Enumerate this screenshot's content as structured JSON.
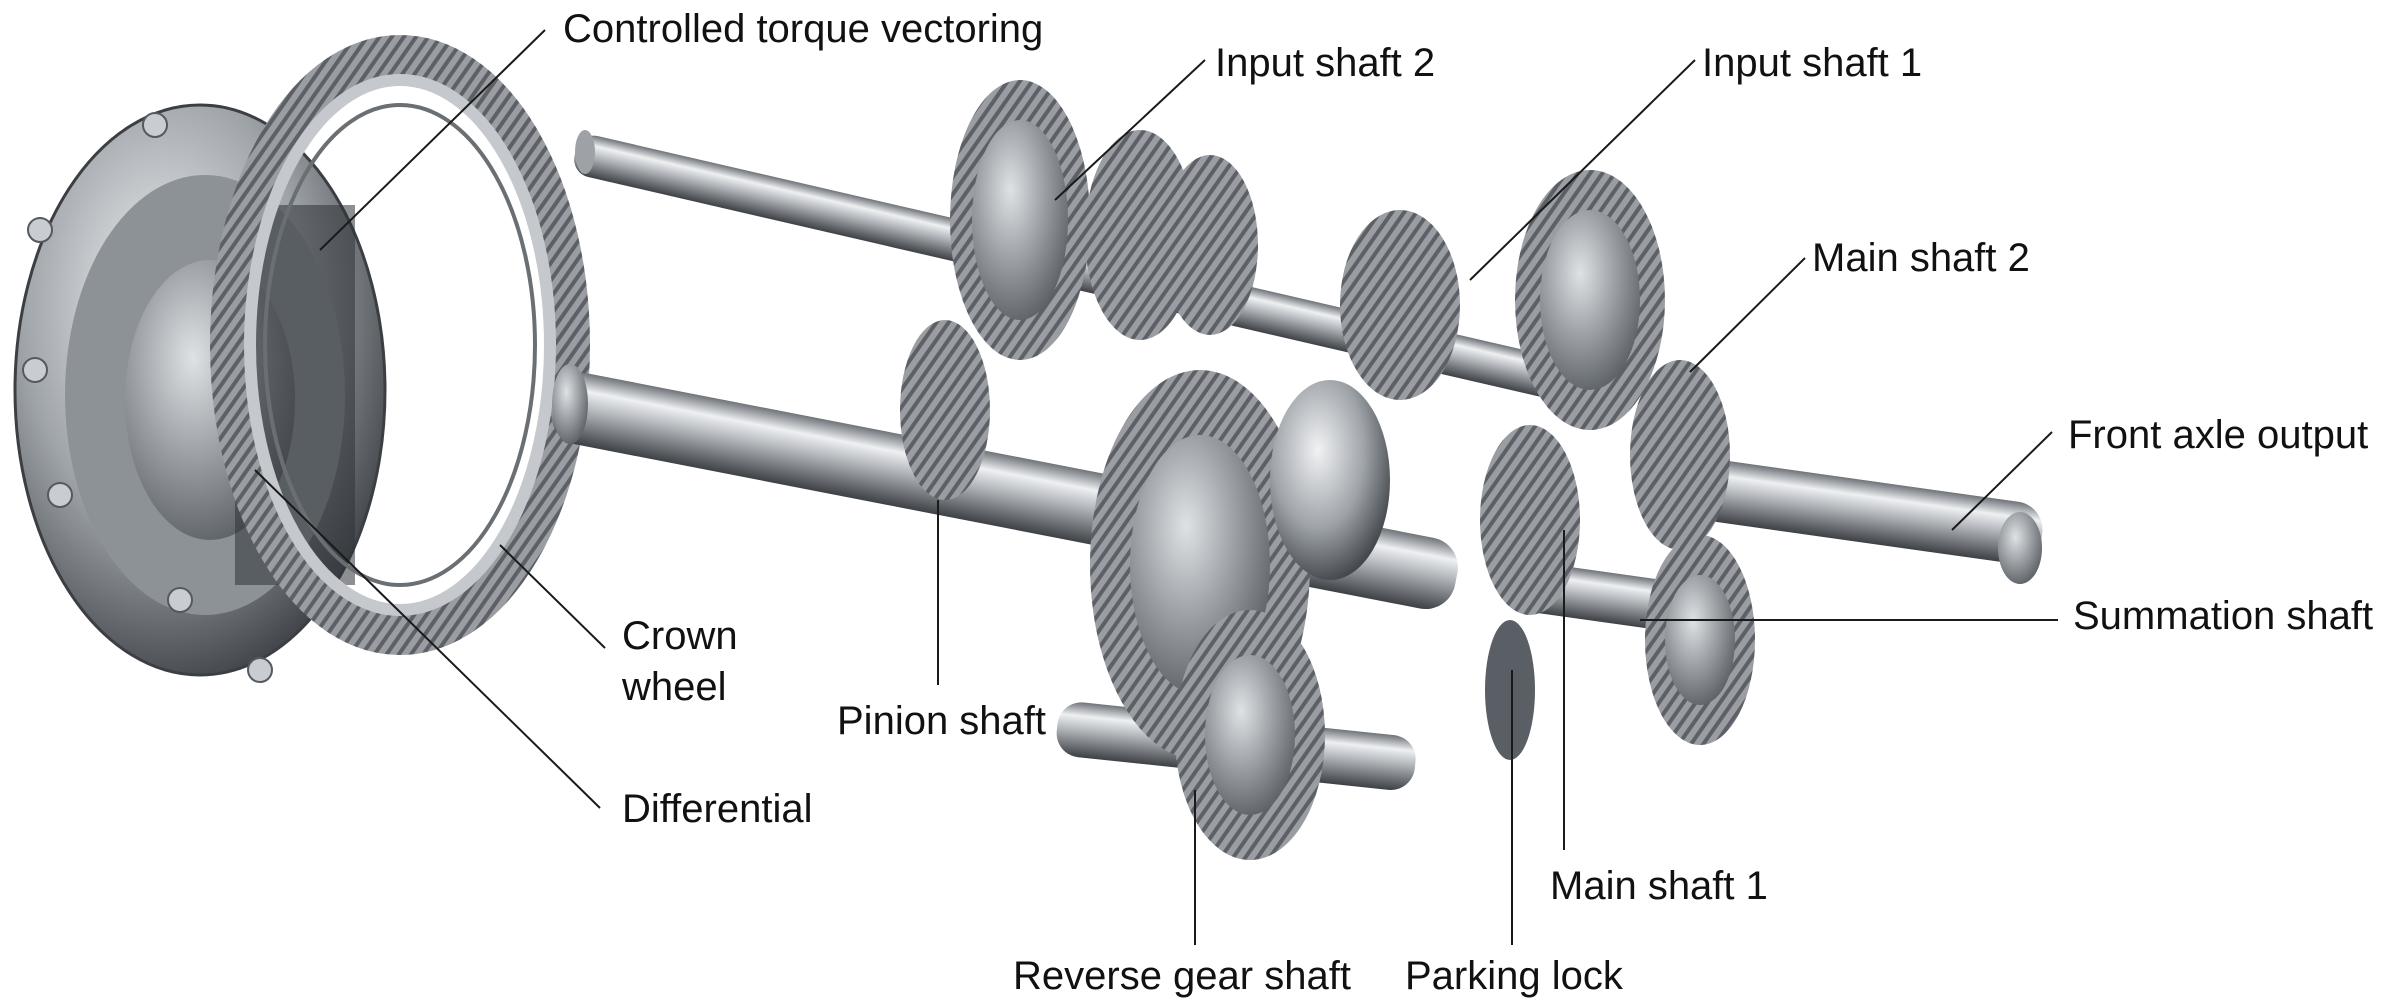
{
  "labels": {
    "controlled_torque_vectoring": "Controlled torque vectoring",
    "input_shaft_2": "Input shaft 2",
    "input_shaft_1": "Input shaft 1",
    "main_shaft_2": "Main shaft 2",
    "front_axle_output": "Front axle output",
    "summation_shaft": "Summation shaft",
    "crown_wheel_line1": "Crown",
    "crown_wheel_line2": "wheel",
    "differential": "Differential",
    "pinion_shaft": "Pinion shaft",
    "main_shaft_1": "Main shaft 1",
    "reverse_gear_shaft": "Reverse gear shaft",
    "parking_lock": "Parking lock"
  },
  "colors": {
    "background": "#ffffff",
    "text": "#111111",
    "leader_line": "#1a1a1a",
    "metal_light": "#e4e6e8",
    "metal_mid": "#a7abb0",
    "metal_dark": "#555a60",
    "shadow": "#2a2d31"
  }
}
